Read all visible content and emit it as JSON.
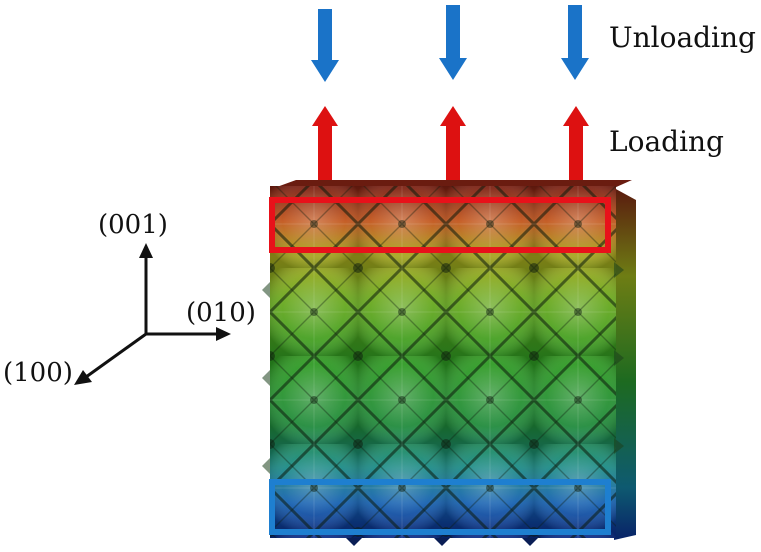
{
  "labels": {
    "unloading": "Unloading",
    "loading": "Loading",
    "axis_z": "(001)",
    "axis_y": "(010)",
    "axis_x": "(100)"
  },
  "colors": {
    "unloading_arrow": "#1a73c8",
    "loading_arrow": "#dd1111",
    "top_highlight": "#e8111a",
    "bottom_highlight": "#1e7fd0",
    "axes": "#111111"
  },
  "icons": {
    "lattice": "octahedral-lattice-block",
    "force_down": "arrow-down-icon",
    "force_up": "arrow-up-icon"
  }
}
